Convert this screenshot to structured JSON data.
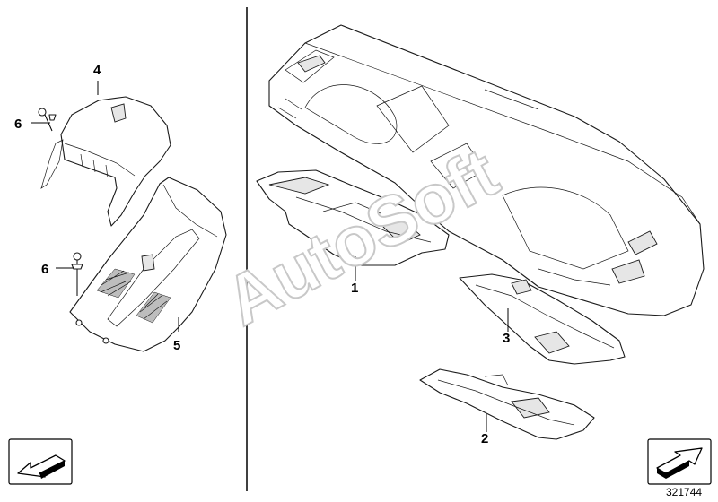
{
  "callouts": {
    "c1": "1",
    "c2": "2",
    "c3": "3",
    "c4": "4",
    "c5": "5",
    "c6a": "6",
    "c6b": "6"
  },
  "watermark": "AutoSoft",
  "doc_number": "321744",
  "nav": {
    "prev_icon": "arrow-back-icon",
    "next_icon": "arrow-forward-icon"
  },
  "colors": {
    "line": "#1a1a1a",
    "watermark": "#c8c8c8",
    "background": "#ffffff"
  }
}
